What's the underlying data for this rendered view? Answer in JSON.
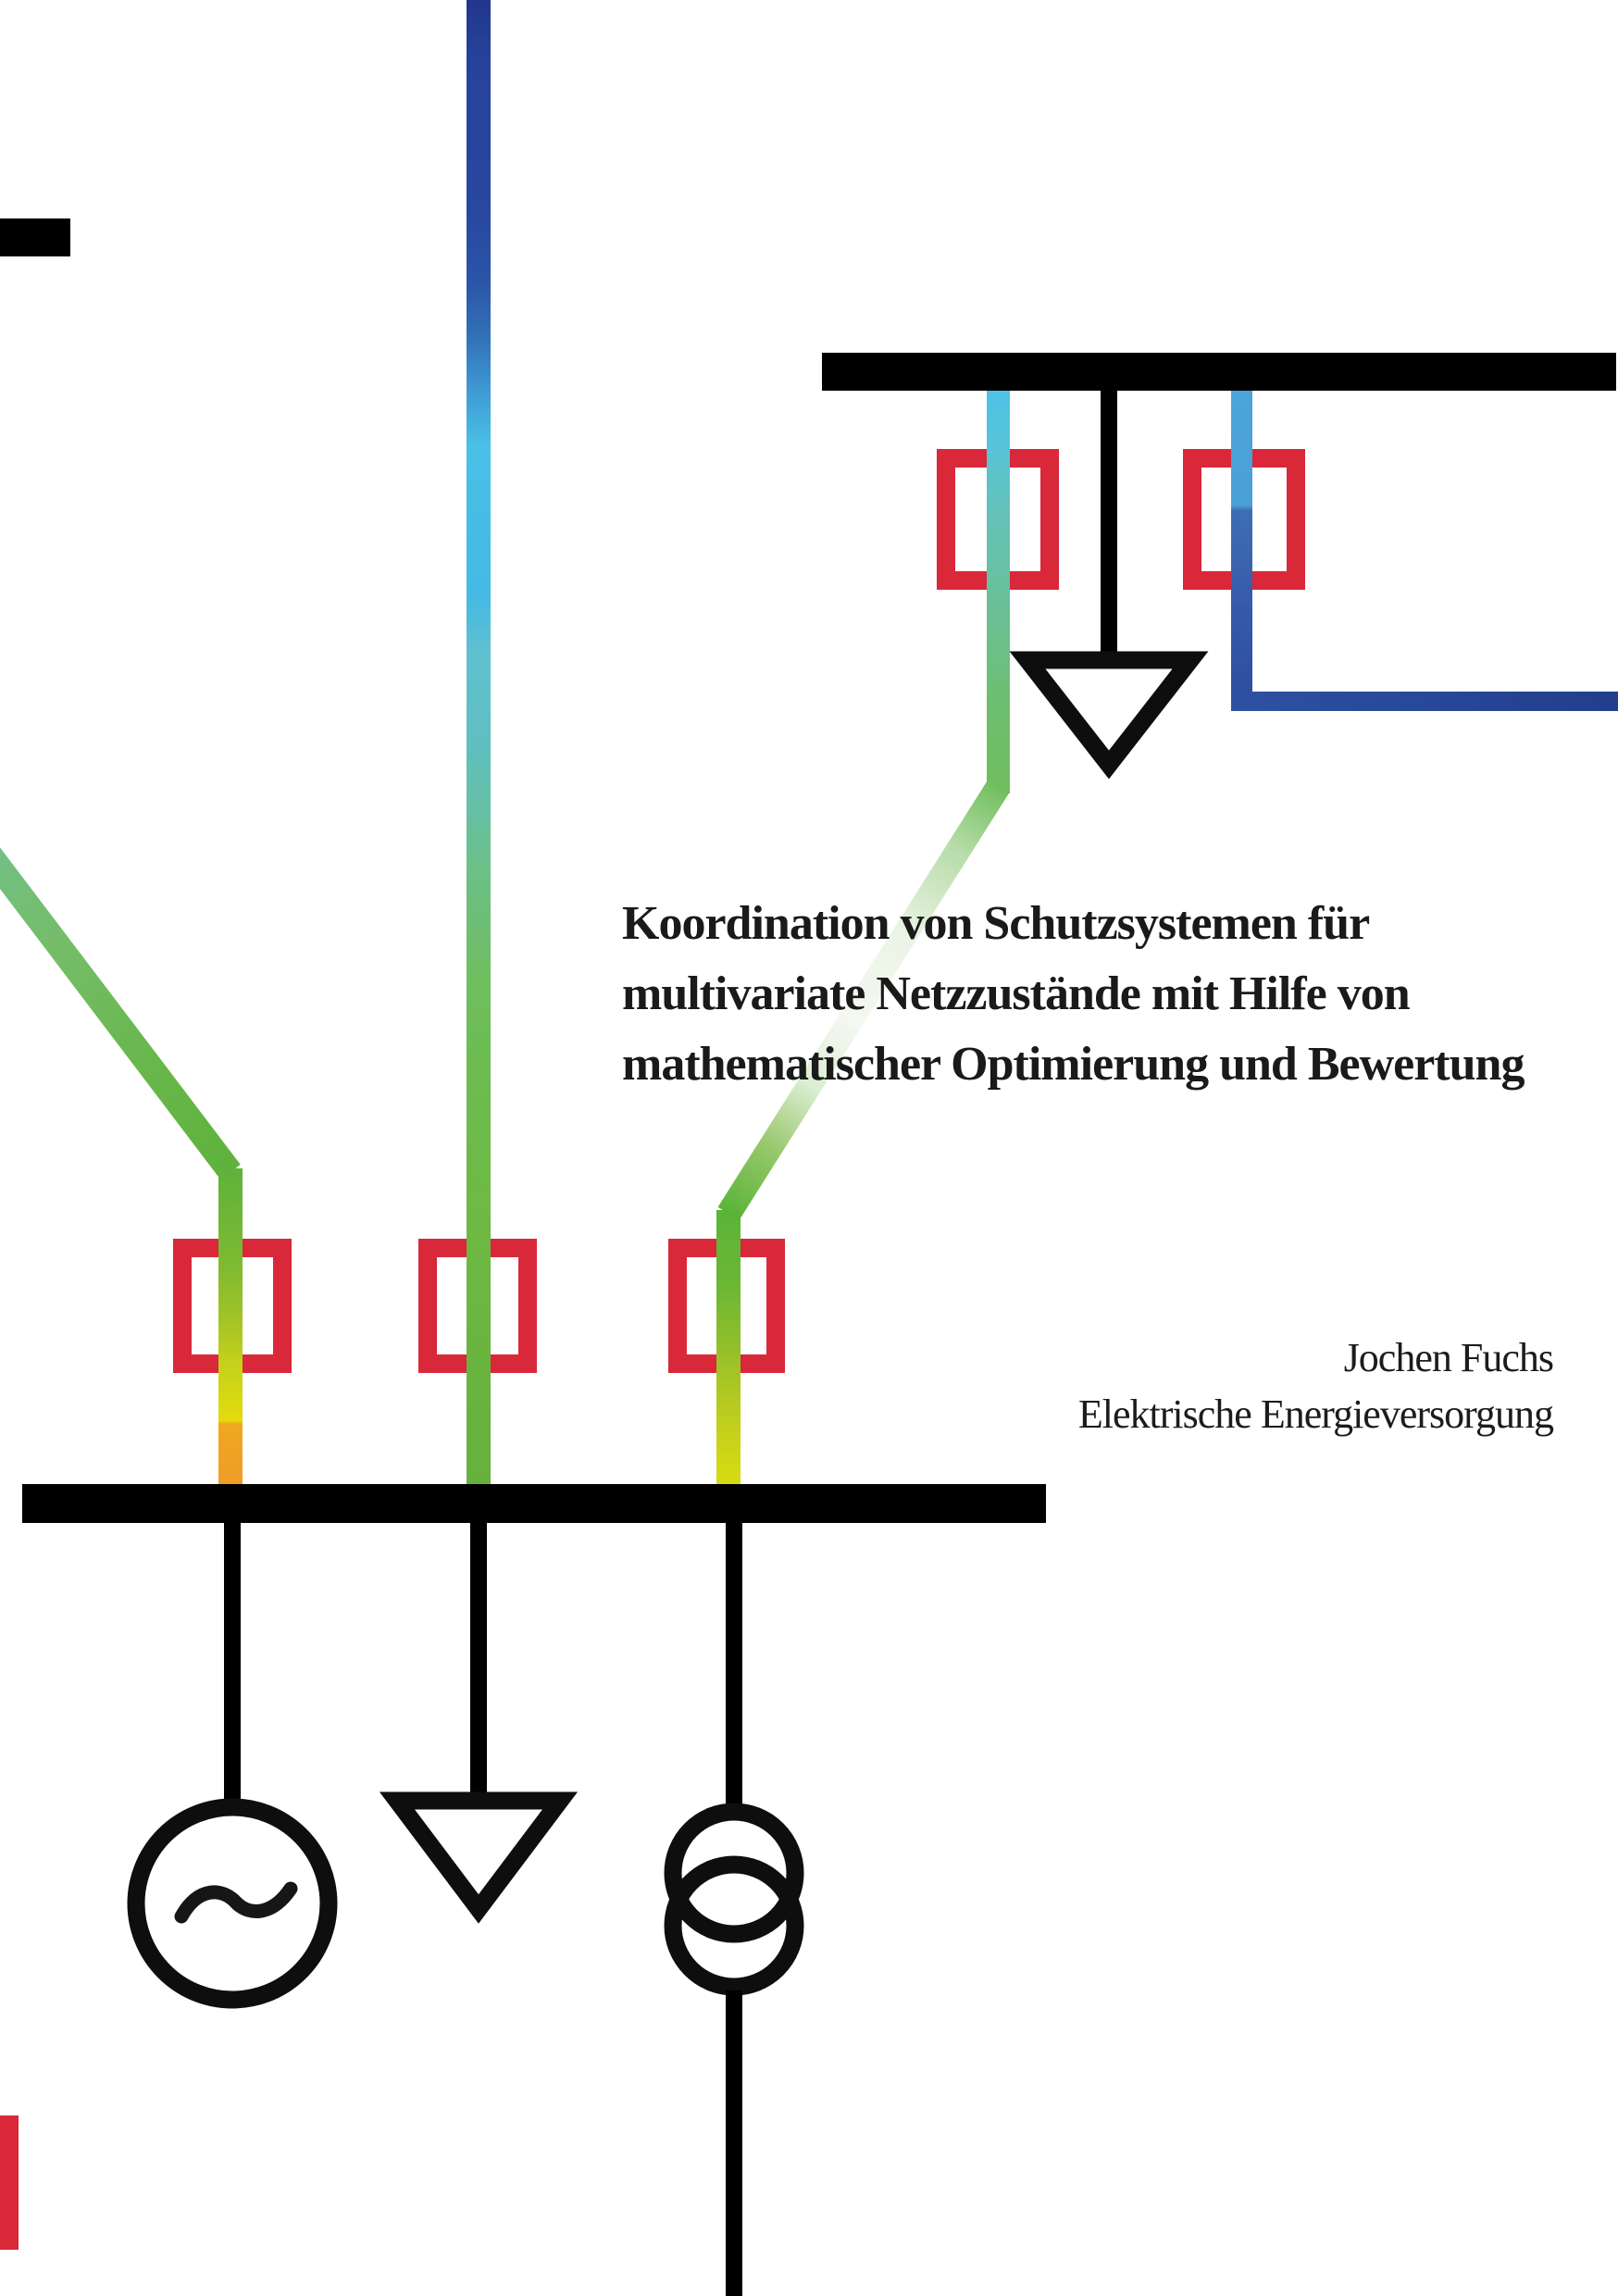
{
  "document": {
    "title_lines": {
      "0": "Koordination von Schutzsystemen für",
      "1": "multivariate Netzzustände mit Hilfe von",
      "2": "mathematischer Optimierung und Bewertung"
    },
    "author": "Jochen Fuchs",
    "affiliation": "Elektrische Energieversorgung"
  },
  "diagram": {
    "symbols": [
      "busbar",
      "protection-relay-square",
      "power-line-loading-gradient",
      "load-arrow",
      "generator",
      "two-winding-transformer"
    ],
    "colors": {
      "relay_red": "#D8283A",
      "busbar_black": "#000000",
      "symbol_black": "#0E0E0E",
      "line_dark_blue": "#27429B",
      "line_cyan": "#49C0E6",
      "line_teal": "#66C0A4",
      "line_green": "#6FBE5C",
      "line_yellow": "#D8DC10",
      "line_orange": "#F0A71F",
      "title_text": "#1A1A1A"
    }
  }
}
